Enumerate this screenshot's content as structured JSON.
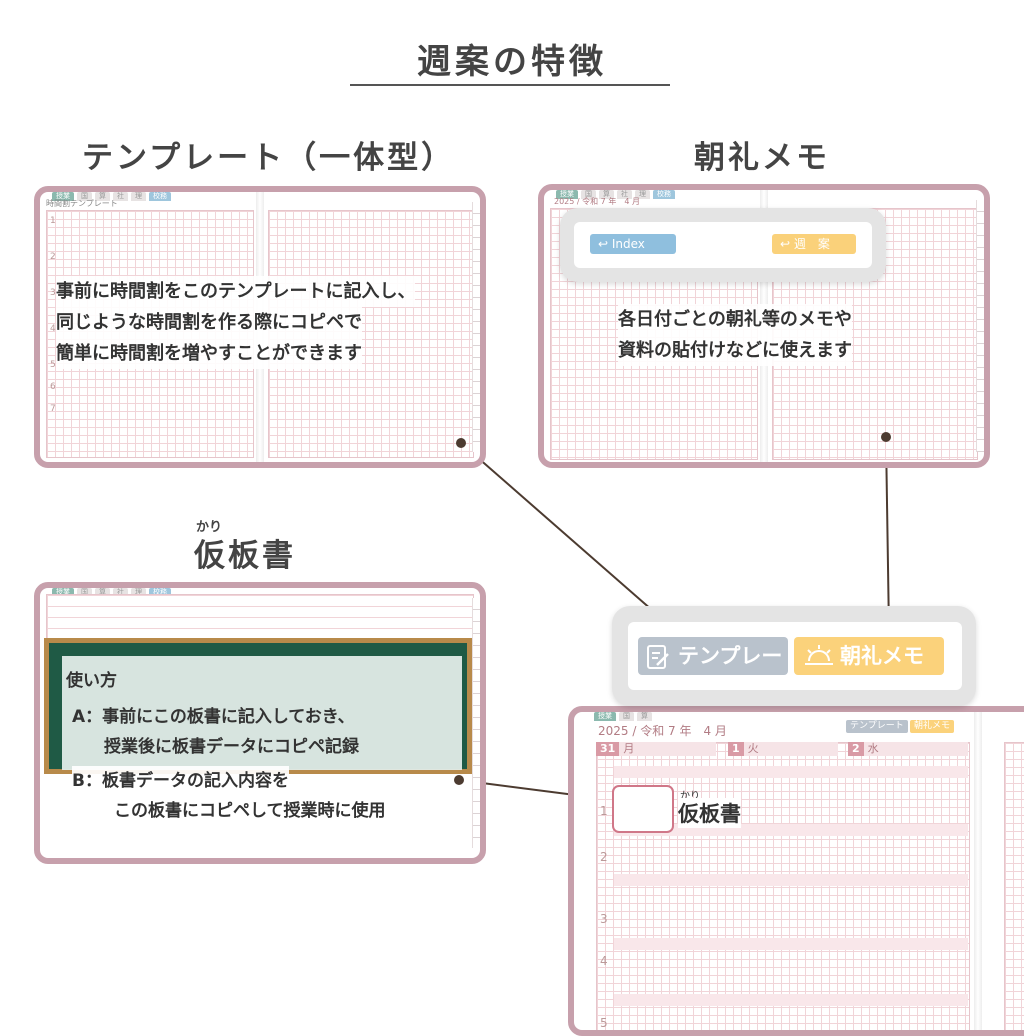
{
  "header": {
    "title": "週案の特徴"
  },
  "sections": {
    "template": {
      "title": "テンプレート（一体型）",
      "description": [
        "事前に時間割をこのテンプレートに記入し、",
        "同じような時間割を作る際にコピペで",
        "簡単に時間割を増やすことができます"
      ],
      "page_label": "時間割テンプレート",
      "row_numbers": [
        "1",
        "2",
        "3",
        "4",
        "5",
        "6",
        "7"
      ]
    },
    "morning": {
      "title": "朝礼メモ",
      "description": [
        "各日付ごとの朝礼等のメモや",
        "資料の貼付けなどに使えます"
      ],
      "popup_index": "Index",
      "popup_weekly": "週　案",
      "year_label": "2025 / 令和 7 年　4 月"
    },
    "board": {
      "ruby": "かり",
      "title": "仮板書",
      "month_label": "月 1",
      "usage_title": "使い方",
      "usage_lines": [
        "A：事前にこの板書に記入しておき、",
        "授業後に板書データにコピペ記録",
        "B：板書データの記入内容を",
        "この板書にコピペして授業時に使用"
      ]
    },
    "weekly": {
      "button_template": "テンプレート",
      "button_morning": "朝礼メモ",
      "year_label": "2025 / 令和 7 年　4 月",
      "small_template": "テンプレート",
      "small_morning": "朝礼メモ",
      "days": [
        {
          "num": "31",
          "label": "月"
        },
        {
          "num": "1",
          "label": "火"
        },
        {
          "num": "2",
          "label": "水"
        }
      ],
      "row_numbers": [
        "1",
        "2",
        "3",
        "4",
        "5"
      ],
      "annot_ruby": "かり",
      "annot_label": "仮板書"
    }
  },
  "tabs": [
    "授業",
    "国",
    "算",
    "社",
    "理",
    "校務"
  ],
  "colors": {
    "frame": "#c7a0ac",
    "grid": "#f1d4d8",
    "chalkboard": "#1f5a45",
    "blue_pill": "#8fbfde",
    "yellow_pill": "#fbd27b",
    "connector": "#4c3b30"
  }
}
